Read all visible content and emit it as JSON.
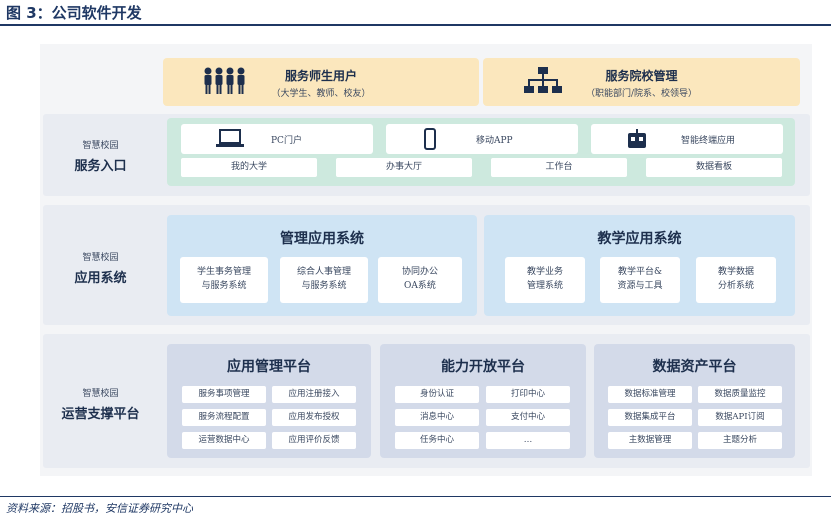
{
  "figure_title": "图 3：公司软件开发",
  "users": [
    {
      "icon": "people-group-icon",
      "title": "服务师生用户",
      "subtitle": "（大学生、教师、校友）"
    },
    {
      "icon": "org-chart-icon",
      "title": "服务院校管理",
      "subtitle": "（职能部门/院系、校领导）"
    }
  ],
  "layers": [
    {
      "label_top": "智慧校园",
      "label_main": "服务入口"
    },
    {
      "label_top": "智慧校园",
      "label_main": "应用系统"
    },
    {
      "label_top": "智慧校园",
      "label_main": "运营支撑平台"
    }
  ],
  "entry": {
    "channels": [
      {
        "icon": "laptop-icon",
        "label": "PC门户"
      },
      {
        "icon": "mobile-phone-icon",
        "label": "移动APP"
      },
      {
        "icon": "robot-terminal-icon",
        "label": "智能终端应用"
      }
    ],
    "subs": [
      "我的大学",
      "办事大厅",
      "工作台",
      "数据看板"
    ]
  },
  "apps": {
    "management": {
      "title": "管理应用系统",
      "items": [
        "学生事务管理\n与服务系统",
        "综合人事管理\n与服务系统",
        "协同办公\nOA系统"
      ]
    },
    "teaching": {
      "title": "教学应用系统",
      "items": [
        "教学业务\n管理系统",
        "教学平台&\n资源与工具",
        "教学数据\n分析系统"
      ]
    }
  },
  "platforms": [
    {
      "title": "应用管理平台",
      "items": [
        "服务事项管理",
        "应用注册接入",
        "服务流程配置",
        "应用发布授权",
        "运营数据中心",
        "应用评价反馈"
      ]
    },
    {
      "title": "能力开放平台",
      "items": [
        "身份认证",
        "打印中心",
        "消息中心",
        "支付中心",
        "任务中心",
        "…"
      ]
    },
    {
      "title": "数据资产平台",
      "items": [
        "数据标准管理",
        "数据质量监控",
        "数据集成平台",
        "数据API订阅",
        "主数据管理",
        "主题分析"
      ]
    }
  ],
  "source": "资料来源：招股书，安信证券研究中心"
}
